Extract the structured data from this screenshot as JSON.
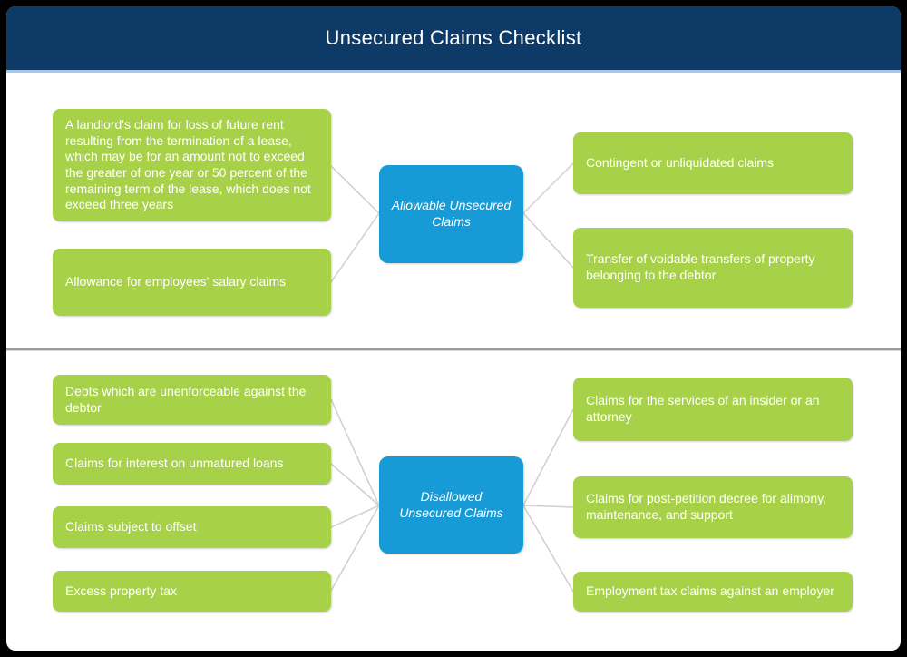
{
  "title": "Unsecured Claims Checklist",
  "colors": {
    "frame": "#000000",
    "header_bg": "#0d3a66",
    "header_underline": "#a9c7e2",
    "leaf_bg": "#a8d14a",
    "center_bg": "#169bd7",
    "connector": "#cfcfcf",
    "divider": "#9b9b9b",
    "text": "#ffffff"
  },
  "sections": [
    {
      "name": "Allowable Unsecured Claims section",
      "center_label": "Allowable Unsecured Claims",
      "left_items": [
        "A landlord's claim for loss of future rent resulting from the termination of a lease, which may be for an amount not to exceed the greater of one year or 50 percent of the remaining term of the lease, which does not exceed three years",
        "Allowance for employees' salary claims"
      ],
      "right_items": [
        "Contingent or unliquidated claims",
        "Transfer of voidable transfers of property belonging to the debtor"
      ]
    },
    {
      "name": "Disallowed Unsecured Claims section",
      "center_label": "Disallowed Unsecured Claims",
      "left_items": [
        "Debts which are unenforceable against the debtor",
        "Claims for interest on unmatured loans",
        "Claims subject to offset",
        "Excess property tax"
      ],
      "right_items": [
        "Claims for the services of an insider or an attorney",
        "Claims for post-petition decree for alimony, maintenance, and support",
        "Employment tax claims against an employer"
      ]
    }
  ]
}
